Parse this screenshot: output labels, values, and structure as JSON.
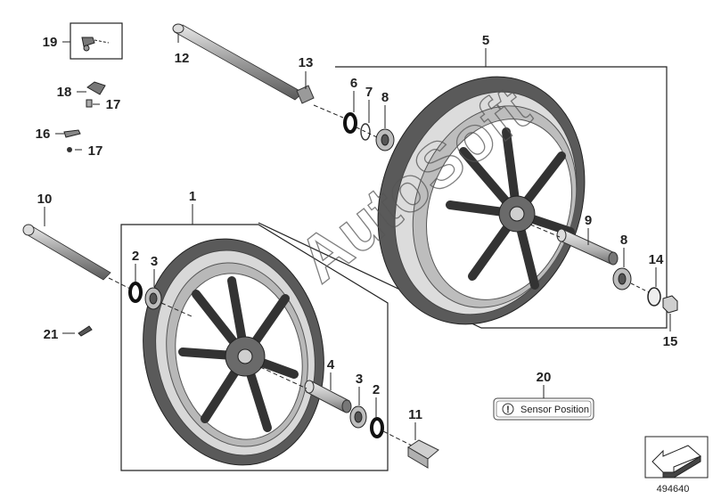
{
  "callouts": {
    "c1": "1",
    "c2a": "2",
    "c2b": "2",
    "c3a": "3",
    "c3b": "3",
    "c4": "4",
    "c5": "5",
    "c6": "6",
    "c7": "7",
    "c8a": "8",
    "c8b": "8",
    "c9": "9",
    "c10": "10",
    "c11": "11",
    "c12": "12",
    "c13": "13",
    "c14": "14",
    "c15": "15",
    "c16": "16",
    "c17a": "17",
    "c17b": "17",
    "c18": "18",
    "c19": "19",
    "c20": "20",
    "c21": "21"
  },
  "sensor_label": "Sensor Position",
  "watermark": "AutoSoft",
  "diagram_id": "494640",
  "colors": {
    "line": "#222222",
    "wheel_dark": "#4a4a4a",
    "wheel_mid": "#8a8a8a",
    "wheel_light": "#c8c8c8",
    "frame": "#222222"
  }
}
